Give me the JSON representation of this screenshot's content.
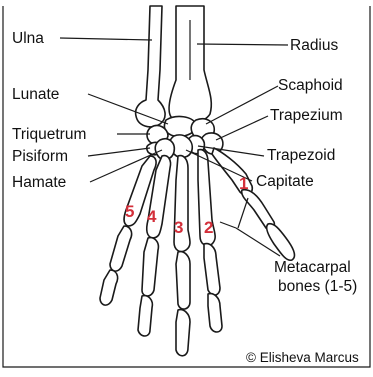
{
  "labels": {
    "ulna": "Ulna",
    "radius": "Radius",
    "lunate": "Lunate",
    "scaphoid": "Scaphoid",
    "trapezium": "Trapezium",
    "triquetrum": "Triquetrum",
    "trapezoid": "Trapezoid",
    "pisiform": "Pisiform",
    "capitate": "Capitate",
    "hamate": "Hamate",
    "metacarpal_line1": "Metacarpal",
    "metacarpal_line2": "bones (1-5)"
  },
  "metacarpal_numbers": [
    "1",
    "2",
    "3",
    "4",
    "5"
  ],
  "credit": "© Elisheva Marcus",
  "colors": {
    "number_red": "#d32f3a",
    "outline": "#1a1a1a",
    "background": "#ffffff"
  }
}
